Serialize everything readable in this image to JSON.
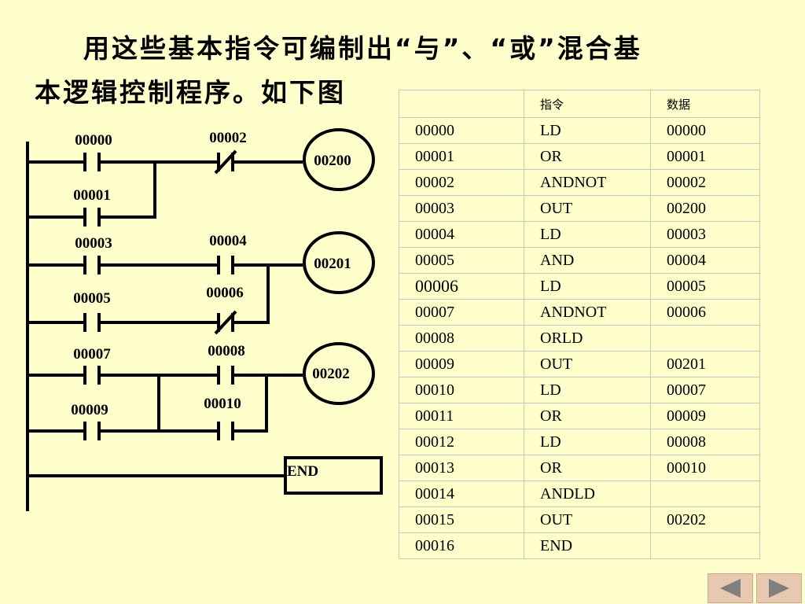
{
  "intro": {
    "line1": "用这些基本指令可编制出“与”、“或”混合基",
    "line2": "本逻辑控制程序。如下图"
  },
  "ladder": {
    "contacts": {
      "c00000": "00000",
      "c00001": "00001",
      "c00002": "00002",
      "c00003": "00003",
      "c00004": "00004",
      "c00005": "00005",
      "c00006": "00006",
      "c00007": "00007",
      "c00008": "00008",
      "c00009": "00009",
      "c00010": "00010"
    },
    "coils": {
      "o00200": "00200",
      "o00201": "00201",
      "o00202": "00202"
    },
    "end_label": "END"
  },
  "program": {
    "headers": [
      "",
      "指令",
      "数据"
    ],
    "rows": [
      [
        "00000",
        "LD",
        "00000"
      ],
      [
        "00001",
        "OR",
        "00001"
      ],
      [
        "00002",
        "ANDNOT",
        "00002"
      ],
      [
        "00003",
        "OUT",
        "00200"
      ],
      [
        "00004",
        "LD",
        "00003"
      ],
      [
        "00005",
        "AND",
        "00004"
      ],
      [
        "00006",
        "LD",
        "00005"
      ],
      [
        "00007",
        "ANDNOT",
        "00006"
      ],
      [
        "00008",
        "ORLD",
        ""
      ],
      [
        "00009",
        "OUT",
        "00201"
      ],
      [
        "00010",
        "LD",
        "00007"
      ],
      [
        "00011",
        "OR",
        "00009"
      ],
      [
        "00012",
        "LD",
        "00008"
      ],
      [
        "00013",
        "OR",
        "00010"
      ],
      [
        "00014",
        "ANDLD",
        ""
      ],
      [
        "00015",
        "OUT",
        "00202"
      ],
      [
        "00016",
        "END",
        ""
      ]
    ]
  },
  "nav": {
    "prev_icon": "triangle-left-icon",
    "next_icon": "triangle-right-icon",
    "icon_color": "#7f7f7f"
  }
}
